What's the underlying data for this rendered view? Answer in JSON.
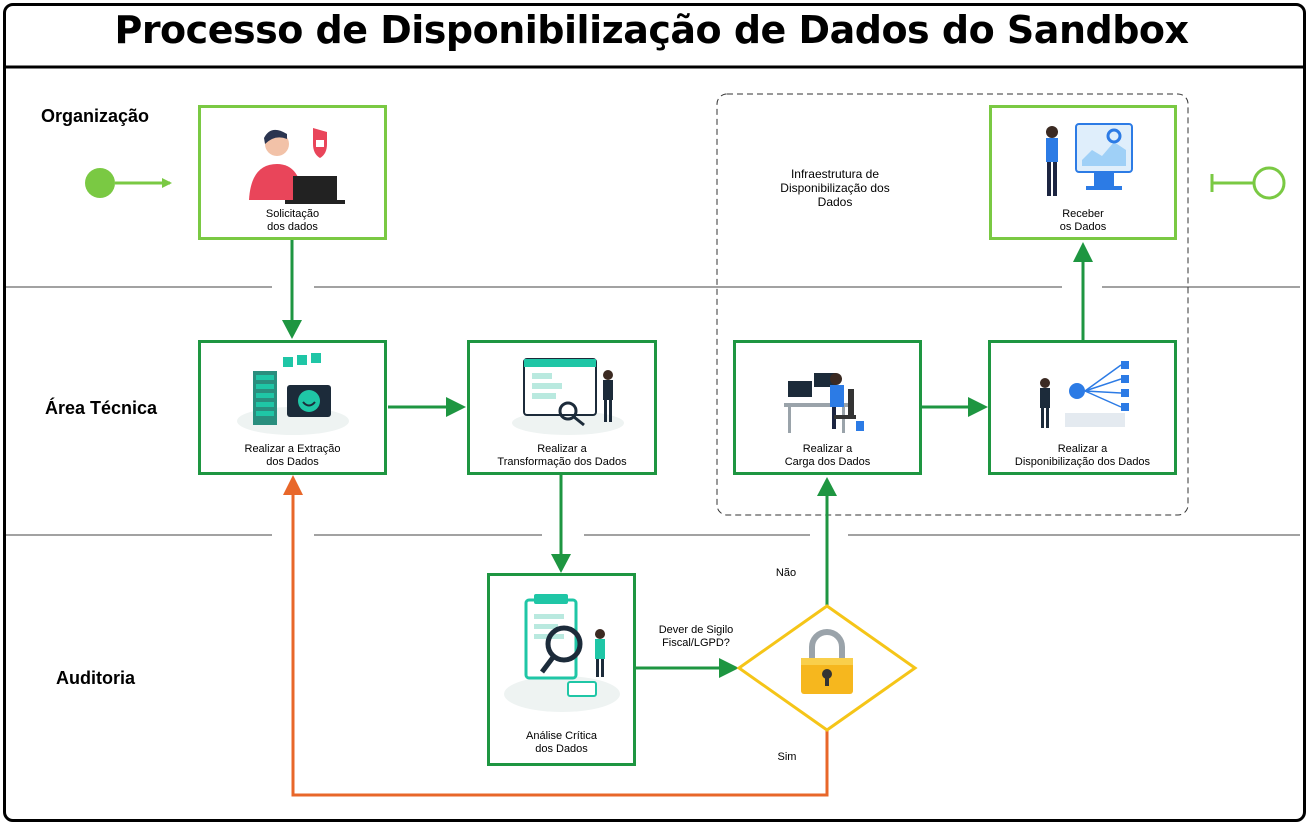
{
  "title": "Processo de Disponibilização de Dados do Sandbox",
  "lanes": {
    "organizacao": "Organização",
    "area_tecnica": "Área Técnica",
    "auditoria": "Auditoria"
  },
  "tasks": {
    "solicitacao": "Solicitação\ndos dados",
    "receber": "Receber\nos Dados",
    "extracao": "Realizar a Extração\ndos Dados",
    "transformacao": "Realizar a\nTransformação dos Dados",
    "carga": "Realizar a\nCarga dos Dados",
    "disponibilizacao": "Realizar a\nDisponibilização dos Dados",
    "analise": "Análise Crítica\ndos Dados"
  },
  "group_label": "Infraestrutura de\nDisponibilização dos\nDados",
  "gateway": {
    "question": "Dever de Sigilo\nFiscal/LGPD?",
    "no": "Não",
    "yes": "Sim",
    "icon": "padlock-icon"
  },
  "colors": {
    "light_green": "#7ac943",
    "dark_green": "#1e9641",
    "orange": "#e8672a",
    "gateway_yellow": "#f5c518",
    "teal_accent": "#1fc6a6"
  }
}
